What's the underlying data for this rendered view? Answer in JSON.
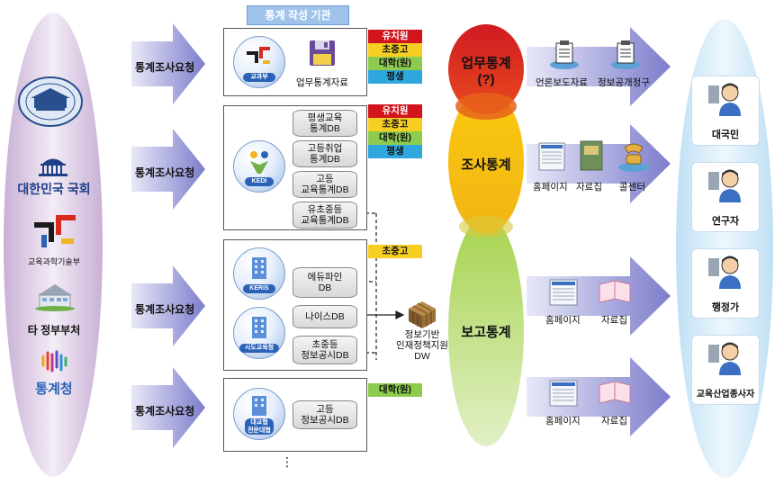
{
  "header": {
    "title": "통계 작성 기관"
  },
  "left_agencies": [
    {
      "label": "",
      "icon": "blue-house-seal-icon"
    },
    {
      "label": "대한민국 국회",
      "icon": "national-assembly-icon"
    },
    {
      "label": "교육과학기술부",
      "icon": "moest-logo-icon"
    },
    {
      "label": "타 정부부처",
      "icon": "government-building-icon"
    },
    {
      "label": "통계청",
      "icon": "statistics-korea-logo-icon"
    }
  ],
  "request_label": "통계조사요청",
  "institutions": [
    {
      "logo": "교과부",
      "items": [
        "업무통계자료"
      ]
    },
    {
      "logo": "KEDI",
      "items": [
        "평생교육\n통계DB",
        "고등취업\n통계DB",
        "고등\n교육통계DB",
        "유초중등\n교육통계DB"
      ]
    },
    {
      "logo": "KERIS",
      "items": [
        "에듀파인\nDB",
        "나이스DB",
        "초중등\n정보공시DB"
      ],
      "logo2": "시도교육청"
    },
    {
      "logo": "대교협\n전문대협",
      "items": [
        "고등\n정보공시DB"
      ]
    }
  ],
  "tags_group1": [
    "유치원",
    "초중고",
    "대학(원)",
    "평생"
  ],
  "tags_group2": [
    "유치원",
    "초중고",
    "대학(원)",
    "평생"
  ],
  "tag_group3": "초중고",
  "tag_group4": "대학(원)",
  "dw_label": "정보기반\n인재정책지원\nDW",
  "ellipsis": "⋮",
  "ovals": {
    "work": "업무통계\n(?)",
    "survey": "조사통계",
    "report": "보고통계"
  },
  "outputs": [
    [
      "언론보도자료",
      "정보공개청구"
    ],
    [
      "홈페이지",
      "자료집",
      "콜센터"
    ],
    [
      "홈페이지",
      "자료집"
    ],
    [
      "홈페이지",
      "자료집"
    ]
  ],
  "audiences": [
    "대국민",
    "연구자",
    "행정가",
    "교육산업종사자"
  ],
  "colors": {
    "red": "#d4141c",
    "yellow": "#f6cf22",
    "green": "#8dcb4e",
    "blue": "#2ea7dc",
    "arrow": "#8f8fd3",
    "lavender": "#d9c6e2",
    "skyblue": "#c5e3f6"
  }
}
